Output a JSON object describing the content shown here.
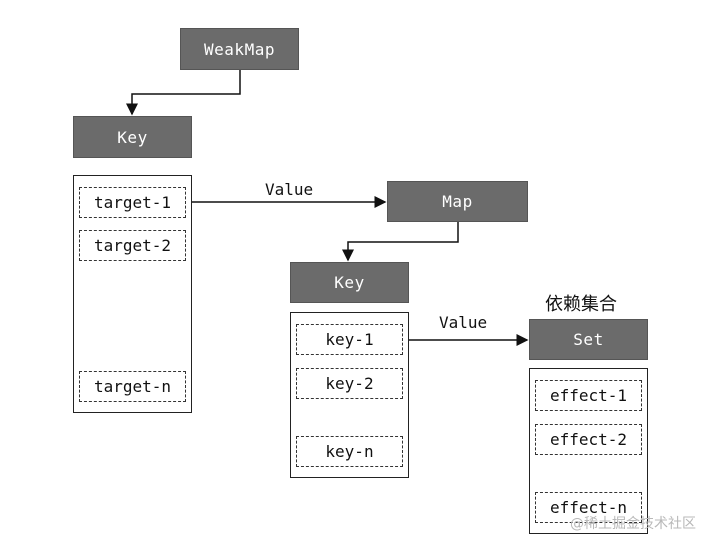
{
  "weakmap": {
    "label": "WeakMap"
  },
  "level1": {
    "key_header": "Key",
    "items": [
      "target-1",
      "target-2",
      "target-n"
    ],
    "value_label": "Value"
  },
  "map": {
    "label": "Map"
  },
  "level2": {
    "key_header": "Key",
    "items": [
      "key-1",
      "key-2",
      "key-n"
    ],
    "value_label": "Value"
  },
  "dep_set": {
    "caption": "依赖集合",
    "header": "Set",
    "items": [
      "effect-1",
      "effect-2",
      "effect-n"
    ]
  },
  "watermark": "@稀土掘金技术社区"
}
